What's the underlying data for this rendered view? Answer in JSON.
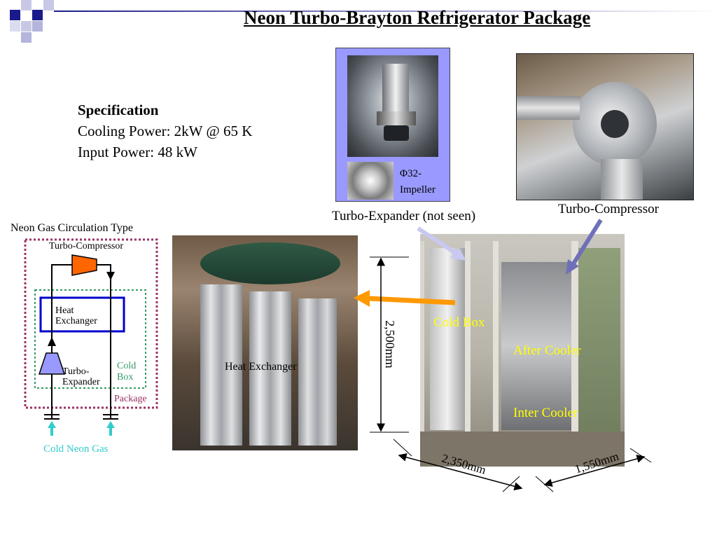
{
  "slide": {
    "title": "Neon Turbo-Brayton Refrigerator Package",
    "spec": {
      "heading": "Specification",
      "cooling": "Cooling Power: 2kW @ 65 K",
      "input": "Input Power: 48 kW"
    }
  },
  "photos": {
    "impeller_label_line1": "Φ32-",
    "impeller_label_line2": "Impeller",
    "expander_caption": "Turbo-Expander (not seen)",
    "compressor_caption": "Turbo-Compressor",
    "heat_exchanger_label": "Heat Exchanger",
    "cold_box_label": "Cold Box",
    "after_cooler_label": "After Cooler",
    "inter_cooler_label": "Inter Cooler"
  },
  "dimensions": {
    "height": "2,500mm",
    "width": "2,350mm",
    "depth": "1,550mm"
  },
  "diagram": {
    "title": "Neon Gas Circulation Type",
    "compressor": "Turbo-Compressor",
    "hx_line1": "Heat",
    "hx_line2": "Exchanger",
    "expander_line1": "Turbo-",
    "expander_line2": "Expander",
    "cold_box_line1": "Cold",
    "cold_box_line2": "Box",
    "package": "Package",
    "cold_neon": "Cold Neon Gas"
  },
  "colors": {
    "title_text": "#000000",
    "package_border": "#993366",
    "cold_box_border": "#339966",
    "hx_border": "#0000cc",
    "compressor_fill": "#ff6600",
    "expander_fill": "#9999ff",
    "cold_neon_text": "#33cccc",
    "yellow_labels": "#ffff00",
    "orange_arrow": "#ff9900",
    "impeller_frame": "#9999ff",
    "deco_squares": "#1a1a8c"
  }
}
